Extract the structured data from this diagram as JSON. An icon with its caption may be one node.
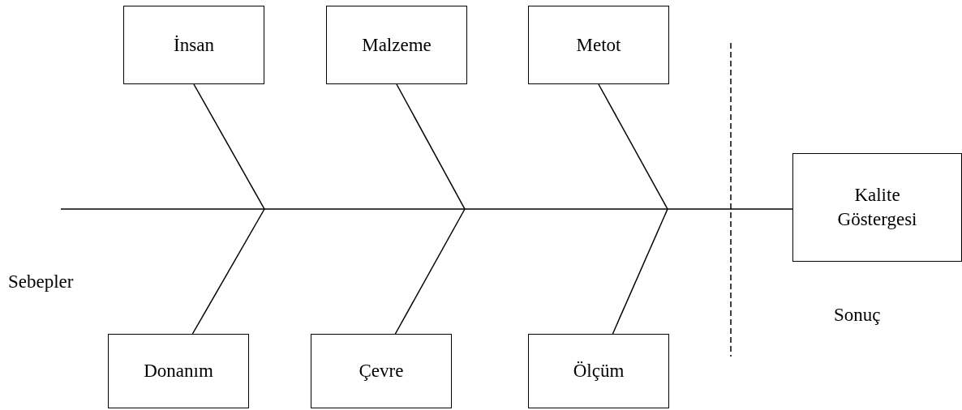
{
  "diagram": {
    "nodes": [
      {
        "text": [
          "İnsan"
        ]
      },
      {
        "text": [
          "Malzeme"
        ]
      },
      {
        "text": [
          "Metot"
        ]
      },
      {
        "text": [
          "Donanım"
        ]
      },
      {
        "text": [
          "Çevre"
        ]
      },
      {
        "text": [
          "Ölçüm"
        ]
      },
      {
        "text": [
          "Kalite Göstergesi"
        ]
      }
    ],
    "edges": [
      {
        "from": 0,
        "to": null,
        "arrow": "none"
      },
      {
        "from": 1,
        "to": null,
        "arrow": "none"
      },
      {
        "from": 2,
        "to": null,
        "arrow": "none"
      },
      {
        "from": 3,
        "to": null,
        "arrow": "none"
      },
      {
        "from": 4,
        "to": null,
        "arrow": "none"
      },
      {
        "from": 5,
        "to": null,
        "arrow": "none"
      },
      {
        "from": null,
        "to": 6,
        "arrow": "none"
      }
    ],
    "labels": [
      "Sebepler",
      "Sonuç"
    ]
  }
}
